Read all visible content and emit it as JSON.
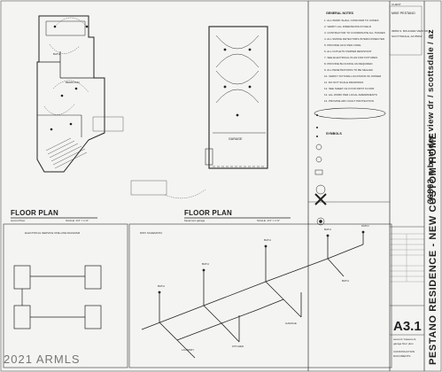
{
  "sheet": {
    "project_vertical": "PESTANO RESIDENCE - NEW CUSTOM HOME",
    "address_vertical": "36863 n boulder view dr / scottsdale / az",
    "sheet_number": "A3.1",
    "client_box": {
      "label": "CLIENT",
      "name": "MIKE PESTANO",
      "address_lines": [
        "36863 N. BOULDER VIEW DR",
        "SCOTTSDALE, AZ 85262"
      ]
    },
    "sheet_title_lines": [
      "second / basement",
      "garage floor plan"
    ],
    "sheet_phase_lines": [
      "CONSTRUCTION",
      "DOCUMENTS"
    ]
  },
  "general_notes": {
    "heading": "GENERAL NOTES",
    "notes": [
      "1. ALL WORK SHALL CONFORM TO CODES",
      "2. VERIFY ALL DIMENSIONS IN FIELD",
      "3. CONTRACTOR TO COORDINATE ALL TRADES",
      "4. ALL SMOKE DETECTORS INTERCONNECTED",
      "5. PROVIDE GFCI PER CODE",
      "6. ALL OUTLETS TAMPER RESISTANT",
      "7. SEE ELECTRICAL PLAN FOR FIXTURES",
      "8. PROVIDE BLOCKING AS REQUIRED",
      "9. ALL PENETRATIONS TO BE SEALED",
      "10. VERIFY FIXTURE LOCATIONS W/ OWNER",
      "11. DO NOT SCALE DRAWINGS",
      "12. SEE SHEET A3.0 FOR FIRST FLOOR",
      "13. ALL WORK PER LOCAL AMENDMENTS",
      "14. PROVIDE ARC FAULT PROTECTION"
    ]
  },
  "symbols": {
    "heading": "SYMBOLS"
  },
  "floor_plans": [
    {
      "title": "FLOOR PLAN",
      "subtitle": "second floor",
      "scale": "SCALE: 1/4\" = 1'-0\""
    },
    {
      "title": "FLOOR PLAN",
      "subtitle": "basement garage",
      "scale": "SCALE: 1/4\" = 1'-0\""
    }
  ],
  "rooms": {
    "garage": "GARAGE",
    "bath": "BATH",
    "bedroom": "BEDROOM"
  },
  "panel_diagram": {
    "title": "ELECTRICAL SERVICE ONE-LINE DIAGRAM"
  },
  "riser": {
    "title": "DWV SCHEMATIC",
    "labels": [
      "BATH",
      "LAUNDRY",
      "BATH",
      "KITCHEN",
      "BATH",
      "GARAGE",
      "BATH",
      "PATIO",
      "BATH"
    ]
  },
  "watermark": "2021 ARMLS"
}
